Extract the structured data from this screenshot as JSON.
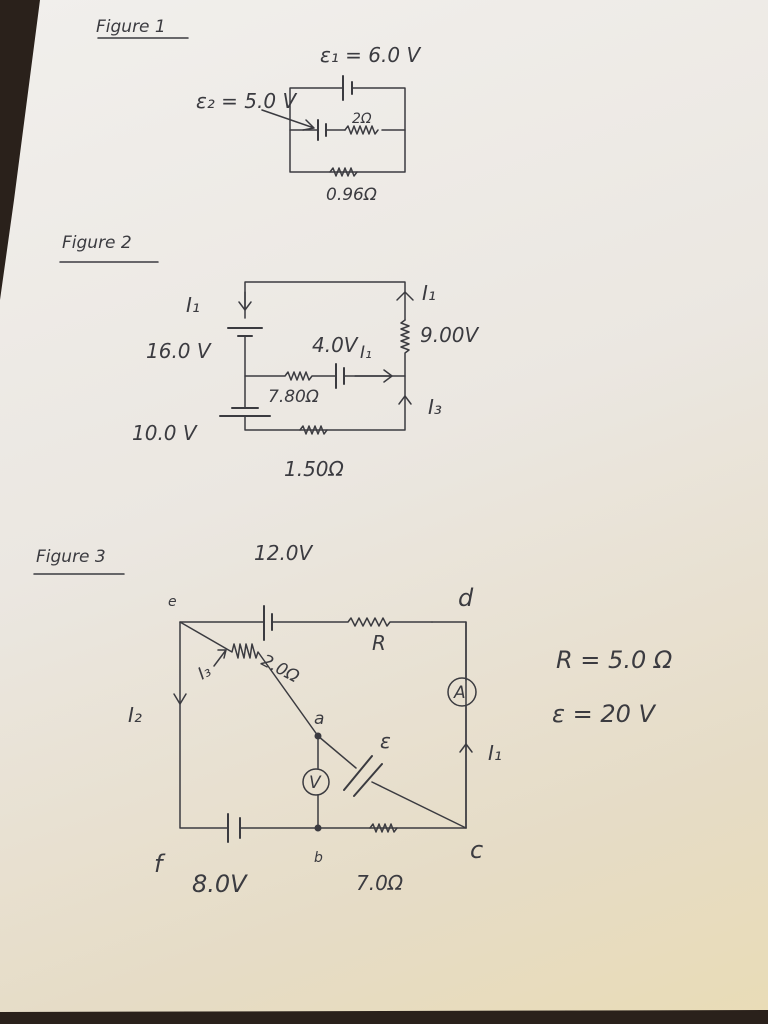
{
  "figure1": {
    "title": "Figure 1",
    "emf1": "ε₁ = 6.0 V",
    "emf2": "ε₂ = 5.0 V",
    "r_top": "2Ω",
    "r_bottom": "0.96Ω"
  },
  "figure2": {
    "title": "Figure 2",
    "i1_left": "I₁",
    "v16": "16.0 V",
    "v4": "4.0V",
    "i_mid": "I₁",
    "i1_right": "I₁",
    "v9": "9.00V",
    "r780": "7.80Ω",
    "i3": "I₃",
    "v10": "10.0 V",
    "r150": "1.50Ω"
  },
  "figure3": {
    "title": "Figure 3",
    "v12": "12.0V",
    "node_e": "e",
    "node_d": "d",
    "r_label": "R",
    "r2": "2.0Ω",
    "i3": "I₃",
    "i2": "I₂",
    "node_a": "a",
    "emf": "ε",
    "i1": "I₁",
    "ammeter": "A",
    "voltmeter": "V",
    "node_f": "f",
    "v8": "8.0V",
    "node_b": "b",
    "node_c": "c",
    "r7": "7.0Ω"
  },
  "given": {
    "r_value": "R = 5.0 Ω",
    "emf_value": "ε = 20 V"
  }
}
